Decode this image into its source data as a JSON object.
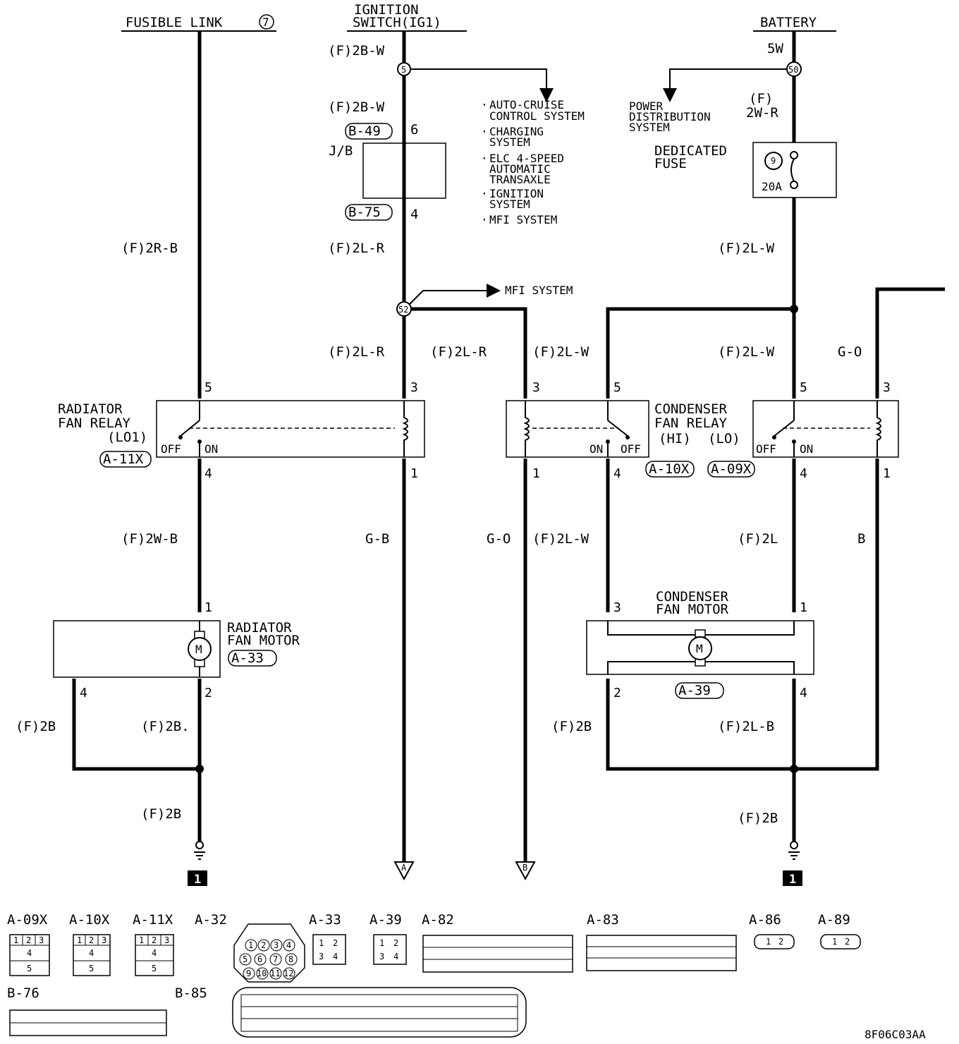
{
  "sources": {
    "fusible_link": "FUSIBLE LINK",
    "fusible_link_no": "7",
    "ignition_line1": "IGNITION",
    "ignition_line2": "SWITCH(IG1)",
    "battery": "BATTERY"
  },
  "wires": {
    "ign_top": "(F)2B-W",
    "ign_mid": "(F)2B-W",
    "fusible_out": "(F)2R-B",
    "jb_out": "(F)2L-R",
    "relay_coil_feed": "(F)2L-R",
    "relay_coil_feed2": "(F)2L-R",
    "cond_hi_feed": "(F)2L-W",
    "batt_top": "5W",
    "batt_fuse_in": "(F) 2W-R",
    "batt_fuse_out": "(F)2L-W",
    "cond_lo_feed": "(F)2L-W",
    "go_top": "G-O",
    "rad_motor_feed": "(F)2W-B",
    "gb": "G-B",
    "go_mid": "G-O",
    "cond_hi_out": "(F)2L-W",
    "cond_lo_out": "(F)2L",
    "b_wire": "B",
    "rad_gnd_left": "(F)2B",
    "rad_gnd_right": "(F)2B.",
    "rad_gnd": "(F)2B",
    "cond_gnd_left": "(F)2B",
    "cond_gnd_right": "(F)2L-B",
    "cond_gnd": "(F)2B"
  },
  "junction_labels": {
    "j5": "5",
    "j50": "50",
    "j52": "52"
  },
  "systems": {
    "ign_list": [
      "AUTO-CRUISE",
      "CONTROL SYSTEM",
      "CHARGING",
      "SYSTEM",
      "ELC 4-SPEED",
      "AUTOMATIC",
      "TRANSAXLE",
      "IGNITION",
      "SYSTEM",
      "MFI SYSTEM"
    ],
    "mfi": "MFI SYSTEM",
    "power_dist": [
      "POWER",
      "DISTRIBUTION",
      "SYSTEM"
    ]
  },
  "jb": {
    "label": "J/B",
    "conn_top": "B-49",
    "conn_bottom": "B-75",
    "pin_top": "6",
    "pin_bottom": "4"
  },
  "fuse": {
    "label_line1": "DEDICATED",
    "label_line2": "FUSE",
    "number": "9",
    "rating": "20A"
  },
  "relays": {
    "radiator_line1": "RADIATOR",
    "radiator_line2": "FAN RELAY",
    "radiator_line3": "(LO1)",
    "radiator_conn": "A-11X",
    "condenser_line1": "CONDENSER",
    "condenser_line2": "FAN RELAY",
    "condenser_hi": "(HI)",
    "condenser_lo": "(LO)",
    "conn_hi": "A-10X",
    "conn_lo": "A-09X",
    "off": "OFF",
    "on": "ON"
  },
  "pins": {
    "rad_relay_5": "5",
    "rad_relay_4": "4",
    "rad_relay_3": "3",
    "rad_relay_1": "1",
    "hi_relay_3": "3",
    "hi_relay_1": "1",
    "hi_relay_5": "5",
    "hi_relay_4": "4",
    "lo_relay_5": "5",
    "lo_relay_4": "4",
    "lo_relay_3": "3",
    "lo_relay_1": "1",
    "rad_motor_1": "1",
    "rad_motor_2": "2",
    "rad_motor_4": "4",
    "cond_motor_3": "3",
    "cond_motor_1": "1",
    "cond_motor_2": "2",
    "cond_motor_4": "4"
  },
  "motors": {
    "radiator_line1": "RADIATOR",
    "radiator_line2": "FAN MOTOR",
    "radiator_conn": "A-33",
    "condenser_line1": "CONDENSER",
    "condenser_line2": "FAN MOTOR",
    "condenser_conn": "A-39",
    "symbol": "M"
  },
  "grounds": {
    "ground_1": "1",
    "ground_2": "1",
    "arrow_a": "A",
    "arrow_b": "B"
  },
  "connectors": {
    "a09x": "A-09X",
    "a10x": "A-10X",
    "a11x": "A-11X",
    "a32": "A-32",
    "a33": "A-33",
    "a39": "A-39",
    "a82": "A-82",
    "a83": "A-83",
    "a86": "A-86",
    "a89": "A-89",
    "b76": "B-76",
    "b85": "B-85",
    "relay_pins": [
      "1",
      "2",
      "3",
      "4",
      "5"
    ],
    "a32_pins": [
      "1",
      "2",
      "3",
      "4",
      "5",
      "6",
      "7",
      "8",
      "9",
      "10",
      "11",
      "12"
    ],
    "a3339_pins": [
      "1",
      "2",
      "3",
      "4"
    ],
    "a86_pins": [
      "1",
      "2"
    ]
  },
  "doc_code": "8F06C03AA"
}
